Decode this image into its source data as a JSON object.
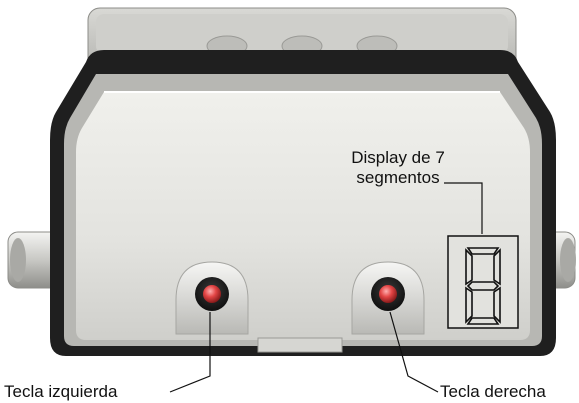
{
  "labels": {
    "display_line1": "Display de 7",
    "display_line2": "segmentos",
    "left_key": "Tecla izquierda",
    "right_key": "Tecla derecha"
  },
  "display": {
    "digit": "8"
  },
  "colors": {
    "body_face": "#e6e6e2",
    "body_shadow": "#9c9c98",
    "rim_dark": "#1d1d1d",
    "led_red": "#d83a3a",
    "leader_line": "#111111"
  }
}
